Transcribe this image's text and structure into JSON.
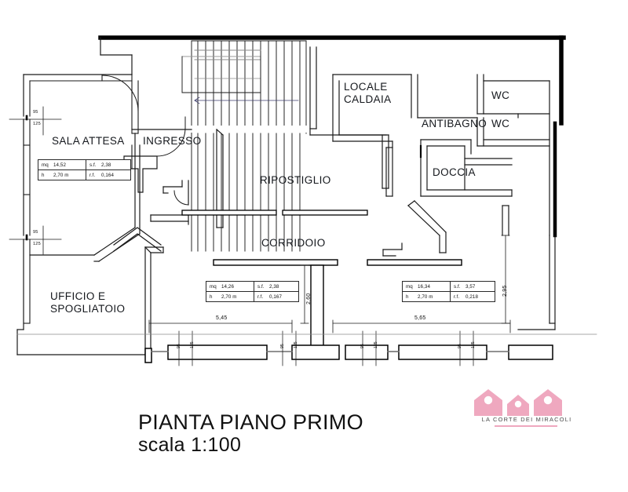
{
  "document": {
    "title": "PIANTA PIANO PRIMO",
    "scale": "scala 1:100"
  },
  "logo": {
    "text": "LA CORTE DEI MIRACOLI",
    "color": "#efa8bf",
    "rule_color": "#efa8bf"
  },
  "rooms": [
    {
      "id": "sala-attesa",
      "label": "SALA ATTESA"
    },
    {
      "id": "ingresso",
      "label": "INGRESSO"
    },
    {
      "id": "riposteglio",
      "label": "RIPOSTIGLIO"
    },
    {
      "id": "locale-caldaia",
      "label": "LOCALE\nCALDAIA"
    },
    {
      "id": "wc-1",
      "label": "WC"
    },
    {
      "id": "wc-2",
      "label": "WC"
    },
    {
      "id": "antibagno",
      "label": "ANTIBAGNO"
    },
    {
      "id": "doccia",
      "label": "DOCCIA"
    },
    {
      "id": "corridoio",
      "label": "CORRIDOIO"
    },
    {
      "id": "ufficio",
      "label": "UFFICIO E\nSPOGLIATOIO"
    }
  ],
  "spec_tables": [
    {
      "id": "sala-attesa-spec",
      "rows": [
        [
          {
            "key": "mq",
            "value": "14,52"
          },
          {
            "key": "s.f.",
            "value": "2,38"
          }
        ],
        [
          {
            "key": "h",
            "value": "2,70 m"
          },
          {
            "key": "r.f.",
            "value": "0,164"
          }
        ]
      ]
    },
    {
      "id": "ufficio-spec",
      "rows": [
        [
          {
            "key": "mq",
            "value": "14,26"
          },
          {
            "key": "s.f.",
            "value": "2,38"
          }
        ],
        [
          {
            "key": "h",
            "value": "2,70 m"
          },
          {
            "key": "r.f.",
            "value": "0,167"
          }
        ]
      ]
    },
    {
      "id": "right-room-spec",
      "rows": [
        [
          {
            "key": "mq",
            "value": "16,34"
          },
          {
            "key": "s.f.",
            "value": "3,57"
          }
        ],
        [
          {
            "key": "h",
            "value": "2,70 m"
          },
          {
            "key": "r.f.",
            "value": "0,218"
          }
        ]
      ]
    }
  ],
  "dimensions": {
    "horizontal": [
      {
        "id": "dim-545",
        "value": "5,45"
      },
      {
        "id": "dim-565",
        "value": "5,65"
      }
    ],
    "vertical": [
      {
        "id": "dim-260",
        "value": "2,60"
      },
      {
        "id": "dim-295",
        "value": "2,95"
      }
    ]
  },
  "openings": {
    "width_label": "95",
    "height_label": "125",
    "left_wall": [
      {
        "id": "opening-left-1"
      },
      {
        "id": "opening-left-2"
      }
    ],
    "bottom_wall": [
      {
        "id": "opening-bottom-1"
      },
      {
        "id": "opening-bottom-2"
      },
      {
        "id": "opening-bottom-3"
      },
      {
        "id": "opening-bottom-4"
      }
    ]
  }
}
